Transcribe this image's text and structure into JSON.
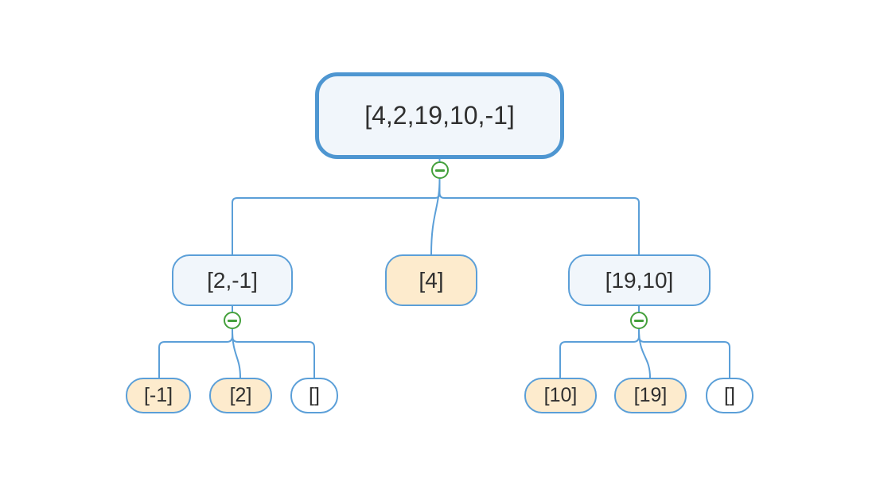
{
  "colors": {
    "edge-blue": "#5b9fd8",
    "root-border-blue": "#4e96d1",
    "node-fill-blue": "#f1f6fb",
    "node-fill-peach": "#fdebcd",
    "node-fill-white": "#ffffff",
    "collapse-green": "#44a03c",
    "text-dark": "#2f2f2f",
    "background": "#ffffff"
  },
  "icons": {
    "collapse": "minus-circle-icon"
  },
  "nodes": {
    "root": "[4,2,19,10,-1]",
    "left_child": "[2,-1]",
    "middle_child": "[4]",
    "right_child": "[19,10]",
    "left_grandchild_1": "[-1]",
    "left_grandchild_2": "[2]",
    "left_grandchild_3": "[]",
    "right_grandchild_1": "[10]",
    "right_grandchild_2": "[19]",
    "right_grandchild_3": "[]"
  }
}
